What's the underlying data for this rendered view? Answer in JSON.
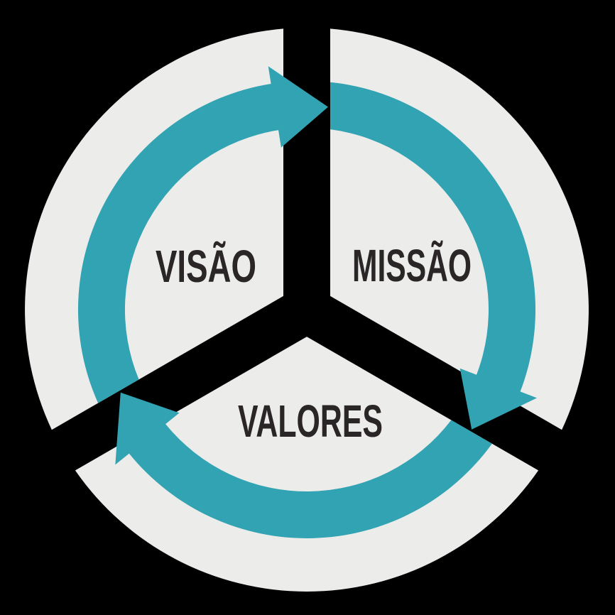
{
  "diagram": {
    "background_color": "#000000",
    "segment_color": "#ececea",
    "arrow_color": "#31a3b2",
    "label_color": "#2a2627",
    "segments": [
      {
        "id": "visao",
        "label": "VISÃO"
      },
      {
        "id": "missao",
        "label": "MISSÃO"
      },
      {
        "id": "valores",
        "label": "VALORES"
      }
    ]
  }
}
